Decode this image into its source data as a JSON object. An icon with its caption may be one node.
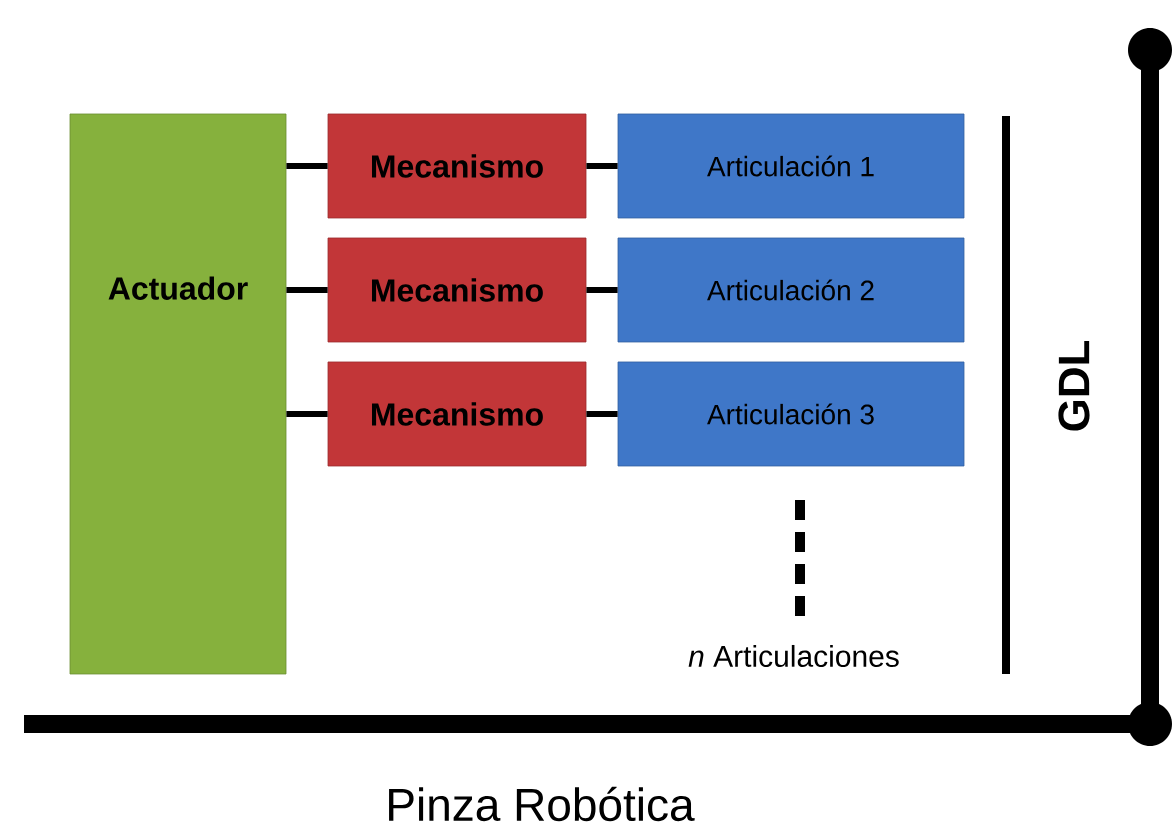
{
  "diagram": {
    "nodes": [
      {
        "text": [
          "Actuador"
        ]
      },
      {
        "text": [
          "Mecanismo"
        ]
      },
      {
        "text": [
          "Mecanismo"
        ]
      },
      {
        "text": [
          "Mecanismo"
        ]
      },
      {
        "text": [
          "Articulación 1"
        ]
      },
      {
        "text": [
          "Articulación 2"
        ]
      },
      {
        "text": [
          "Articulación 3"
        ]
      }
    ],
    "edges": [
      {
        "from": 0,
        "to": 1,
        "arrow": "none"
      },
      {
        "from": 1,
        "to": 4,
        "arrow": "none"
      },
      {
        "from": 0,
        "to": 2,
        "arrow": "none"
      },
      {
        "from": 2,
        "to": 5,
        "arrow": "none"
      },
      {
        "from": 0,
        "to": 3,
        "arrow": "none"
      },
      {
        "from": 3,
        "to": 6,
        "arrow": "none"
      }
    ],
    "labels": [
      "*n* Articulaciones",
      "GDL",
      "Pinza Robótica"
    ]
  }
}
